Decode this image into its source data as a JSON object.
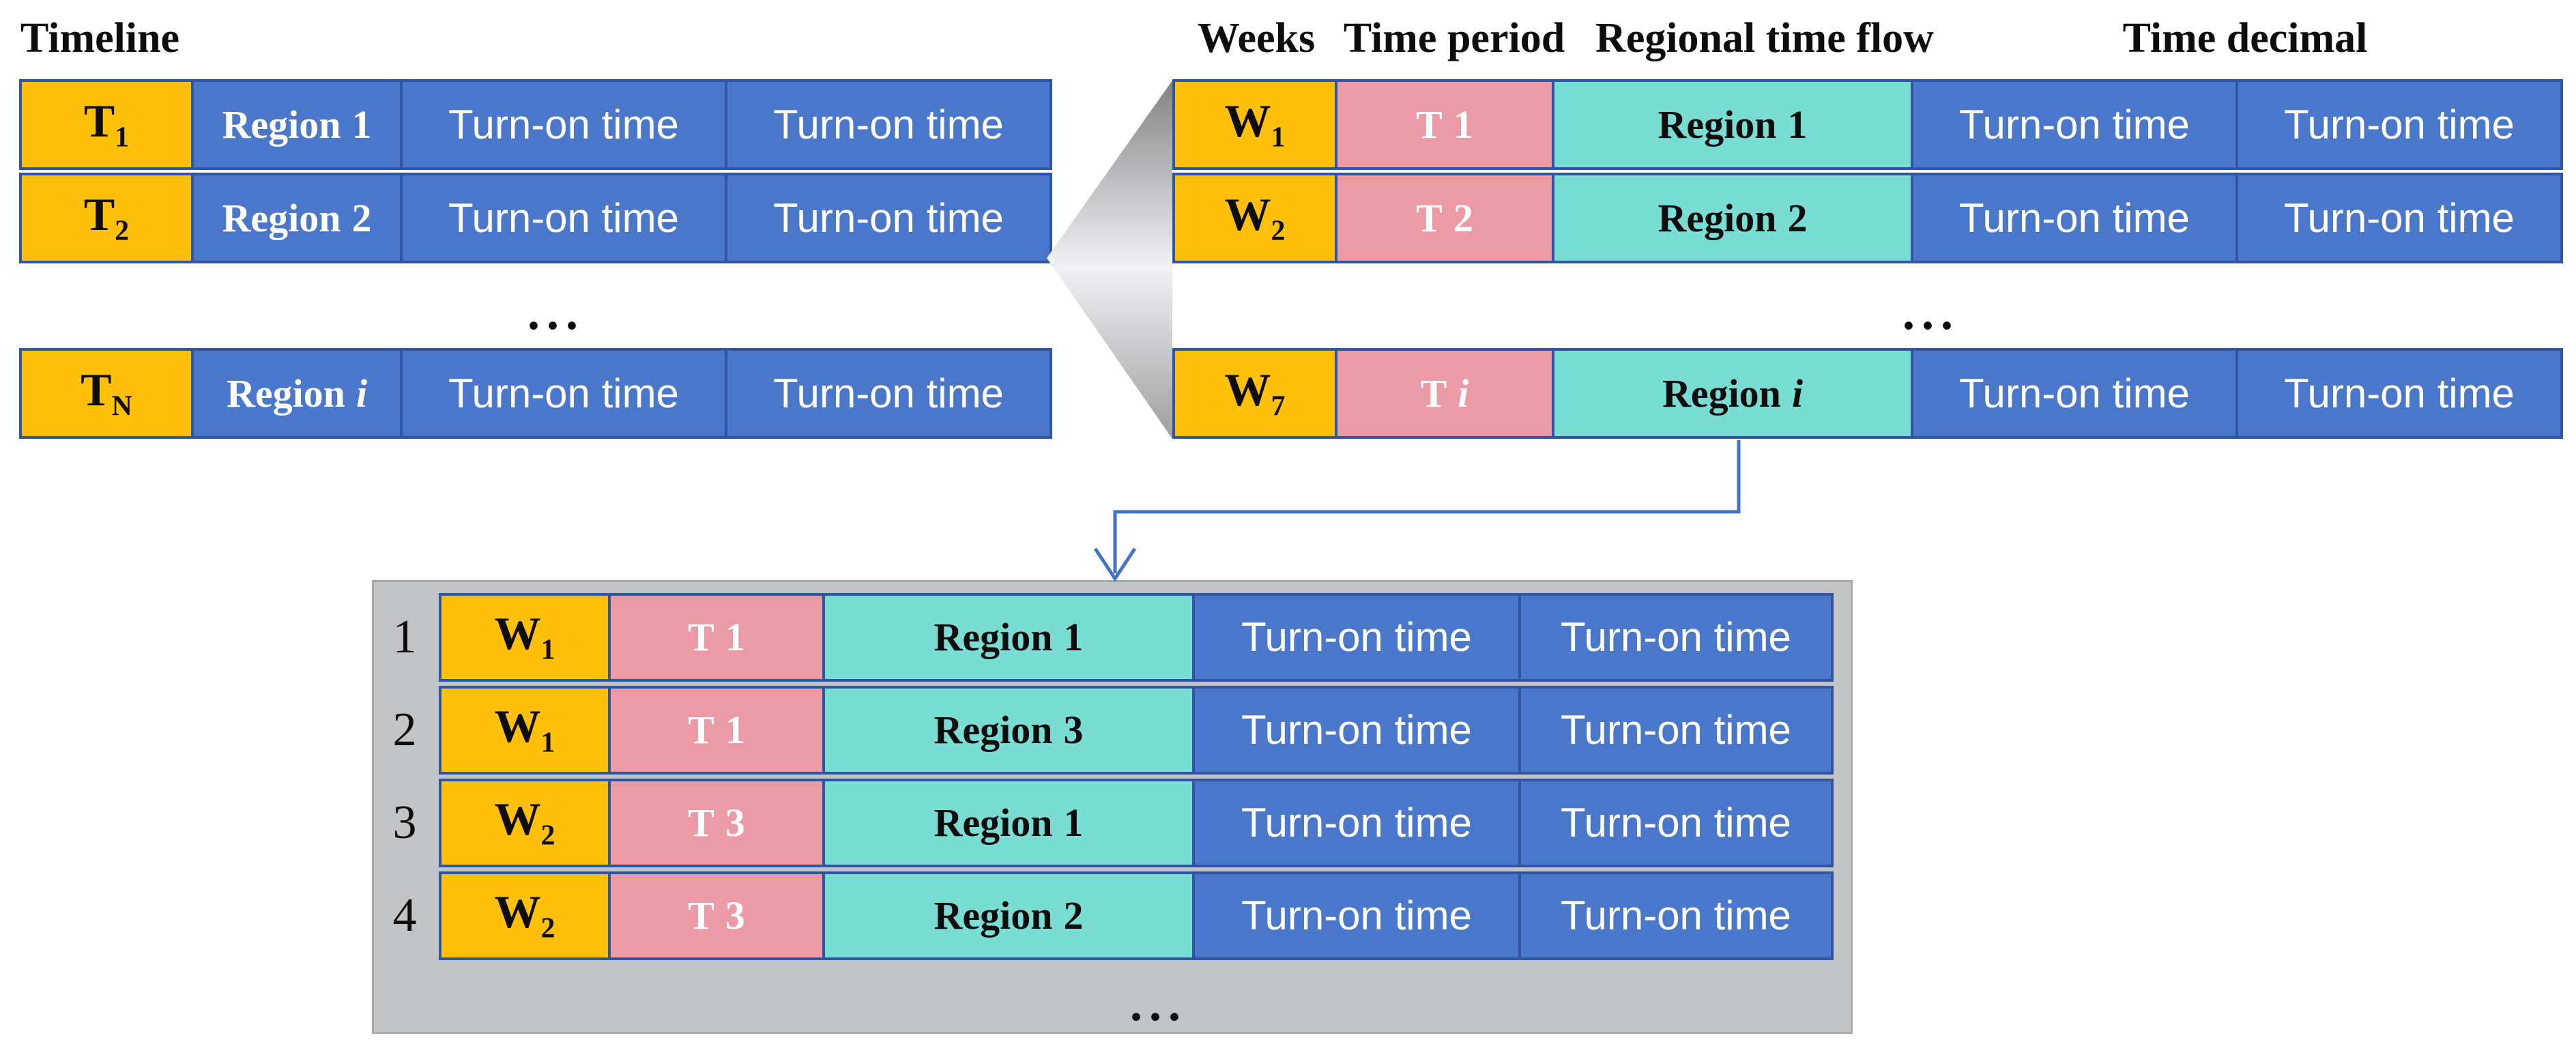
{
  "palette": {
    "cell_orange": "#FFC00A",
    "cell_blue": "#4A77C9",
    "cell_pink": "#EC9AA6",
    "cell_teal": "#79DDD3",
    "cell_border": "#2F55A3",
    "arrow_blue": "#4472C4",
    "panel_gray": "#C2C3C4"
  },
  "timeline_table": {
    "title": "Timeline",
    "ellipsis": "...",
    "rows": [
      {
        "key": {
          "base": "T",
          "sub": "1"
        },
        "region": {
          "word": "Region",
          "id": "1",
          "italic": "false"
        },
        "times": [
          "Turn-on time",
          "Turn-on time"
        ]
      },
      {
        "key": {
          "base": "T",
          "sub": "2"
        },
        "region": {
          "word": "Region",
          "id": "2",
          "italic": "false"
        },
        "times": [
          "Turn-on time",
          "Turn-on time"
        ]
      },
      {
        "key": {
          "base": "T",
          "sub": "N"
        },
        "region": {
          "word": "Region",
          "id": "i",
          "italic": "true"
        },
        "times": [
          "Turn-on time",
          "Turn-on time"
        ]
      }
    ]
  },
  "weekly_table": {
    "titles": {
      "weeks": "Weeks",
      "time_period": "Time period",
      "regional_time_flow": "Regional time flow",
      "time_decimal": "Time decimal"
    },
    "ellipsis": "...",
    "rows": [
      {
        "week": {
          "base": "W",
          "sub": "1"
        },
        "period": {
          "t": "T",
          "n": "1",
          "italic": "false"
        },
        "region": {
          "word": "Region",
          "id": "1",
          "italic": "false"
        },
        "times": [
          "Turn-on time",
          "Turn-on time"
        ]
      },
      {
        "week": {
          "base": "W",
          "sub": "2"
        },
        "period": {
          "t": "T",
          "n": "2",
          "italic": "false"
        },
        "region": {
          "word": "Region",
          "id": "2",
          "italic": "false"
        },
        "times": [
          "Turn-on time",
          "Turn-on time"
        ]
      },
      {
        "week": {
          "base": "W",
          "sub": "7"
        },
        "period": {
          "t": "T",
          "n": "i",
          "italic": "true"
        },
        "region": {
          "word": "Region",
          "id": "i",
          "italic": "true"
        },
        "times": [
          "Turn-on time",
          "Turn-on time"
        ]
      }
    ]
  },
  "result_table": {
    "ellipsis": "...",
    "rows": [
      {
        "num": "1",
        "week": {
          "base": "W",
          "sub": "1"
        },
        "period": {
          "t": "T",
          "n": "1",
          "italic": "false"
        },
        "region": {
          "word": "Region",
          "id": "1",
          "italic": "false"
        },
        "times": [
          "Turn-on time",
          "Turn-on time"
        ]
      },
      {
        "num": "2",
        "week": {
          "base": "W",
          "sub": "1"
        },
        "period": {
          "t": "T",
          "n": "1",
          "italic": "false"
        },
        "region": {
          "word": "Region",
          "id": "3",
          "italic": "false"
        },
        "times": [
          "Turn-on time",
          "Turn-on time"
        ]
      },
      {
        "num": "3",
        "week": {
          "base": "W",
          "sub": "2"
        },
        "period": {
          "t": "T",
          "n": "3",
          "italic": "false"
        },
        "region": {
          "word": "Region",
          "id": "1",
          "italic": "false"
        },
        "times": [
          "Turn-on time",
          "Turn-on time"
        ]
      },
      {
        "num": "4",
        "week": {
          "base": "W",
          "sub": "2"
        },
        "period": {
          "t": "T",
          "n": "3",
          "italic": "false"
        },
        "region": {
          "word": "Region",
          "id": "2",
          "italic": "false"
        },
        "times": [
          "Turn-on time",
          "Turn-on time"
        ]
      }
    ]
  }
}
